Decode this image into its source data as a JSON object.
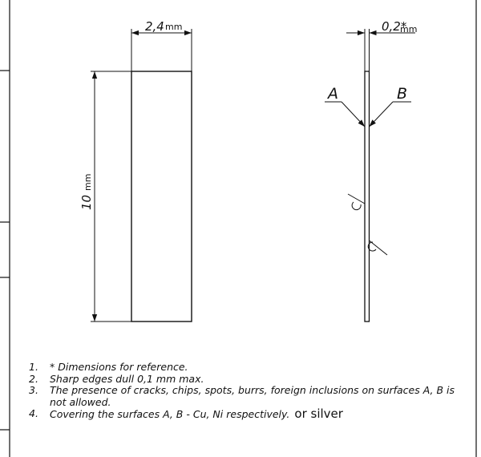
{
  "front_view": {
    "width_value": "2,4",
    "width_unit": "mm",
    "height_value": "10",
    "height_unit": "mm"
  },
  "side_view": {
    "thickness_value": "0,2*",
    "thickness_unit": "mm",
    "surface_a": "A",
    "surface_b": "B"
  },
  "notes": [
    {
      "num": "1.",
      "text": "* Dimensions for reference.",
      "extra": ""
    },
    {
      "num": "2.",
      "text": "Sharp edges dull 0,1 mm max.",
      "extra": ""
    },
    {
      "num": "3.",
      "text": "The presence of cracks, chips, spots, burrs, foreign inclusions on surfaces A, B is not allowed.",
      "extra": ""
    },
    {
      "num": "4.",
      "text": "Covering the surfaces A, B - Cu, Ni respectively.",
      "extra": "or silver"
    }
  ]
}
